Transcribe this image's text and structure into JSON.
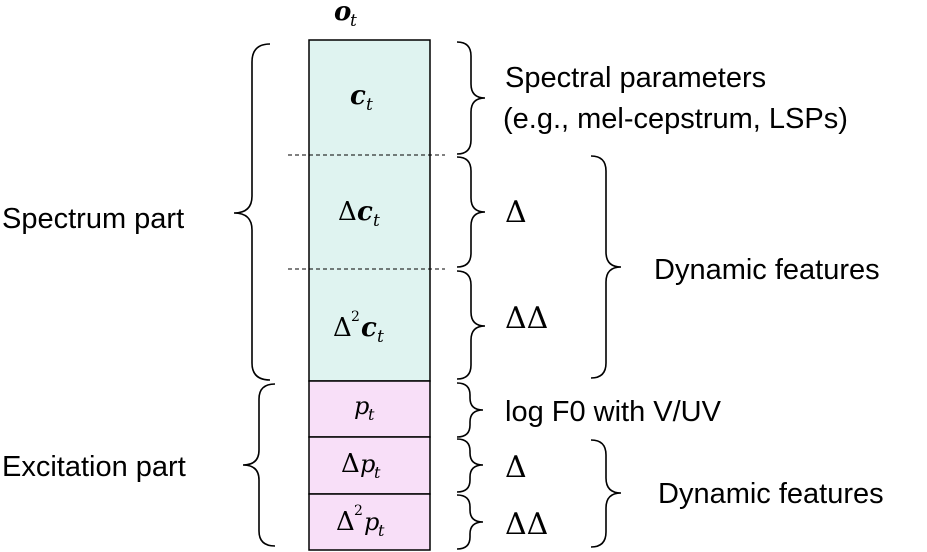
{
  "header": {
    "vector_symbol": "o",
    "vector_subscript": "t"
  },
  "colors": {
    "spectrum_fill": "#dff3f0",
    "excitation_fill": "#f8dff8",
    "stroke": "#000000"
  },
  "rows": {
    "c": {
      "delta": "",
      "power": "",
      "symbol": "c",
      "subscript": "t"
    },
    "dc": {
      "delta": "Δ",
      "power": "",
      "symbol": "c",
      "subscript": "t"
    },
    "ddc": {
      "delta": "Δ",
      "power": "2",
      "symbol": "c",
      "subscript": "t"
    },
    "p": {
      "delta": "",
      "power": "",
      "symbol": "p",
      "subscript": "t"
    },
    "dp": {
      "delta": "Δ",
      "power": "",
      "symbol": "p",
      "subscript": "t"
    },
    "ddp": {
      "delta": "Δ",
      "power": "2",
      "symbol": "p",
      "subscript": "t"
    }
  },
  "left_labels": {
    "spectrum": "Spectrum part",
    "excitation": "Excitation part"
  },
  "right_labels": {
    "spectral_line1": "Spectral parameters",
    "spectral_line2": "(e.g., mel-cepstrum, LSPs)",
    "delta_spec": "Δ",
    "ddelta_spec": "ΔΔ",
    "dynamic_spec": "Dynamic features",
    "logf0": "log F0 with V/UV",
    "delta_exc": "Δ",
    "ddelta_exc": "ΔΔ",
    "dynamic_exc": "Dynamic features"
  }
}
